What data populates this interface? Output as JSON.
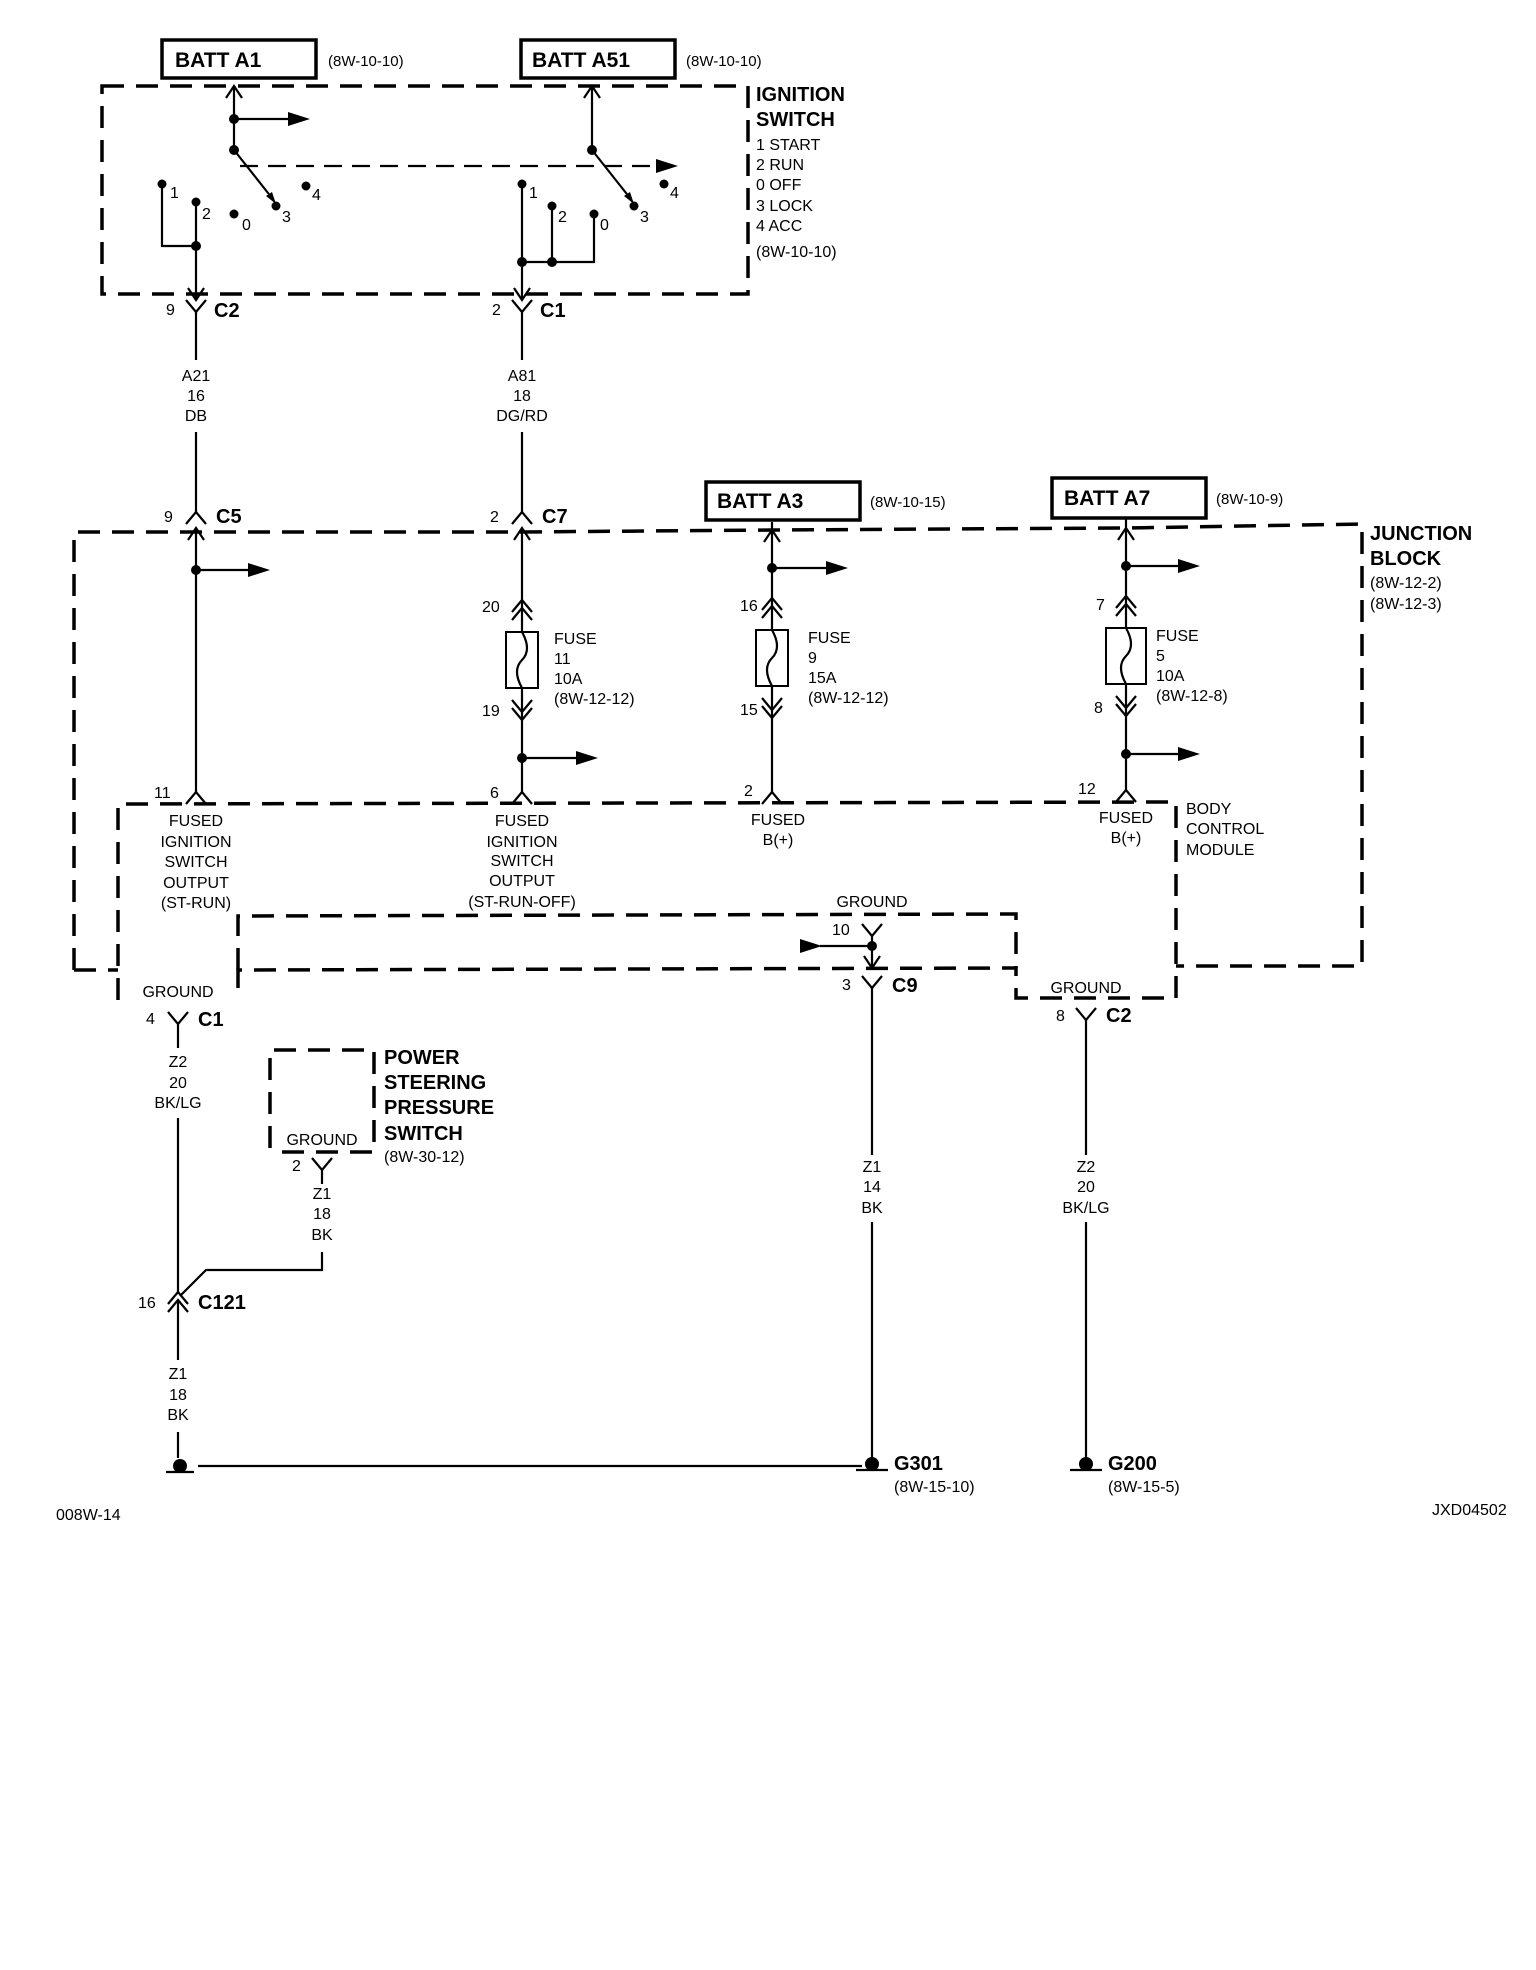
{
  "footer": {
    "left_code": "008W-14",
    "right_code": "JXD04502"
  },
  "batteries": [
    {
      "label": "BATT A1",
      "ref": "(8W-10-10)"
    },
    {
      "label": "BATT A51",
      "ref": "(8W-10-10)"
    },
    {
      "label": "BATT A3",
      "ref": "(8W-10-15)"
    },
    {
      "label": "BATT A7",
      "ref": "(8W-10-9)"
    }
  ],
  "ignition_switch": {
    "title_line1": "IGNITION",
    "title_line2": "SWITCH",
    "positions": [
      "1 START",
      "2 RUN",
      "0 OFF",
      "3 LOCK",
      "4 ACC"
    ],
    "ref": "(8W-10-10)",
    "contact_labels": {
      "p1": "1",
      "p2": "2",
      "p0": "0",
      "p3": "3",
      "p4": "4"
    }
  },
  "connectors_top": [
    {
      "pin": "9",
      "name": "C2"
    },
    {
      "pin": "2",
      "name": "C1"
    }
  ],
  "wires_top": [
    {
      "circuit": "A21",
      "gauge": "16",
      "color": "DB"
    },
    {
      "circuit": "A81",
      "gauge": "18",
      "color": "DG/RD"
    }
  ],
  "connectors_jb": [
    {
      "pin": "9",
      "name": "C5"
    },
    {
      "pin": "2",
      "name": "C7"
    }
  ],
  "junction_block": {
    "title_line1": "JUNCTION",
    "title_line2": "BLOCK",
    "ref1": "(8W-12-2)",
    "ref2": "(8W-12-3)"
  },
  "fuses": [
    {
      "label": "FUSE",
      "number": "11",
      "rating": "10A",
      "ref": "(8W-12-12)",
      "pin_in": "20",
      "pin_out": "19"
    },
    {
      "label": "FUSE",
      "number": "9",
      "rating": "15A",
      "ref": "(8W-12-12)",
      "pin_in": "16",
      "pin_out": "15"
    },
    {
      "label": "FUSE",
      "number": "5",
      "rating": "10A",
      "ref": "(8W-12-8)",
      "pin_in": "7",
      "pin_out": "8"
    }
  ],
  "bcm": {
    "title_line1": "BODY",
    "title_line2": "CONTROL",
    "title_line3": "MODULE",
    "inputs": [
      {
        "pin": "11",
        "lines": [
          "FUSED",
          "IGNITION",
          "SWITCH",
          "OUTPUT",
          "(ST-RUN)"
        ]
      },
      {
        "pin": "6",
        "lines": [
          "FUSED",
          "IGNITION",
          "SWITCH",
          "OUTPUT",
          "(ST-RUN-OFF)"
        ]
      },
      {
        "pin": "2",
        "lines": [
          "FUSED",
          "B(+)"
        ]
      },
      {
        "pin": "12",
        "lines": [
          "FUSED",
          "B(+)"
        ]
      }
    ]
  },
  "grounds": {
    "jb_ground": {
      "label": "GROUND",
      "pin": "10"
    },
    "c9": {
      "pin": "3",
      "name": "C9"
    },
    "bcm_ground_right": {
      "label": "GROUND",
      "pin": "8",
      "name": "C2"
    },
    "bcm_ground_left": {
      "label": "GROUND",
      "pin": "4",
      "name": "C1"
    }
  },
  "power_steering_switch": {
    "line1": "POWER",
    "line2": "STEERING",
    "line3": "PRESSURE",
    "line4": "SWITCH",
    "ref": "(8W-30-12)",
    "ground_label": "GROUND",
    "pin": "2"
  },
  "wires_bottom": [
    {
      "circuit": "Z2",
      "gauge": "20",
      "color": "BK/LG"
    },
    {
      "circuit": "Z1",
      "gauge": "18",
      "color": "BK"
    },
    {
      "circuit": "Z1",
      "gauge": "18",
      "color": "BK"
    },
    {
      "circuit": "Z1",
      "gauge": "14",
      "color": "BK"
    },
    {
      "circuit": "Z2",
      "gauge": "20",
      "color": "BK/LG"
    }
  ],
  "c121": {
    "pin": "16",
    "name": "C121"
  },
  "ground_points": [
    {
      "name": "G301",
      "ref": "(8W-15-10)"
    },
    {
      "name": "G200",
      "ref": "(8W-15-5)"
    }
  ]
}
